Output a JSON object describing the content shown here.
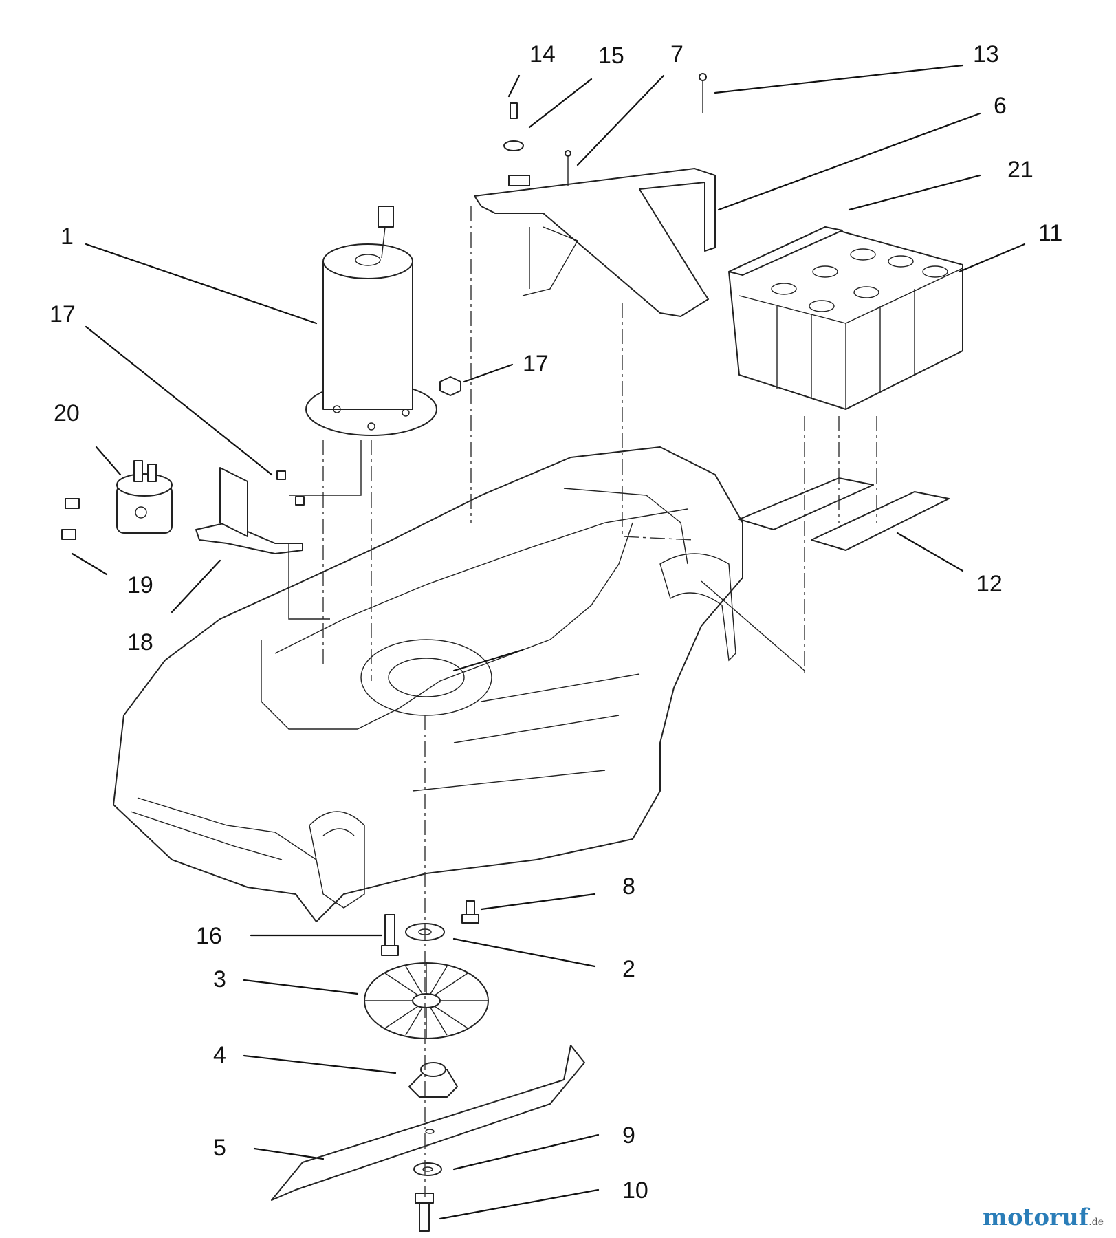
{
  "callouts": {
    "c1": "1",
    "c2": "2",
    "c3": "3",
    "c4": "4",
    "c5": "5",
    "c6": "6",
    "c7": "7",
    "c8": "8",
    "c9": "9",
    "c10": "10",
    "c11": "11",
    "c12": "12",
    "c13": "13",
    "c14": "14",
    "c15": "15",
    "c16": "16",
    "c17a": "17",
    "c17b": "17",
    "c18": "18",
    "c19": "19",
    "c20": "20",
    "c21": "21"
  },
  "watermark": {
    "brand": "motoruf",
    "tld": ".de"
  }
}
